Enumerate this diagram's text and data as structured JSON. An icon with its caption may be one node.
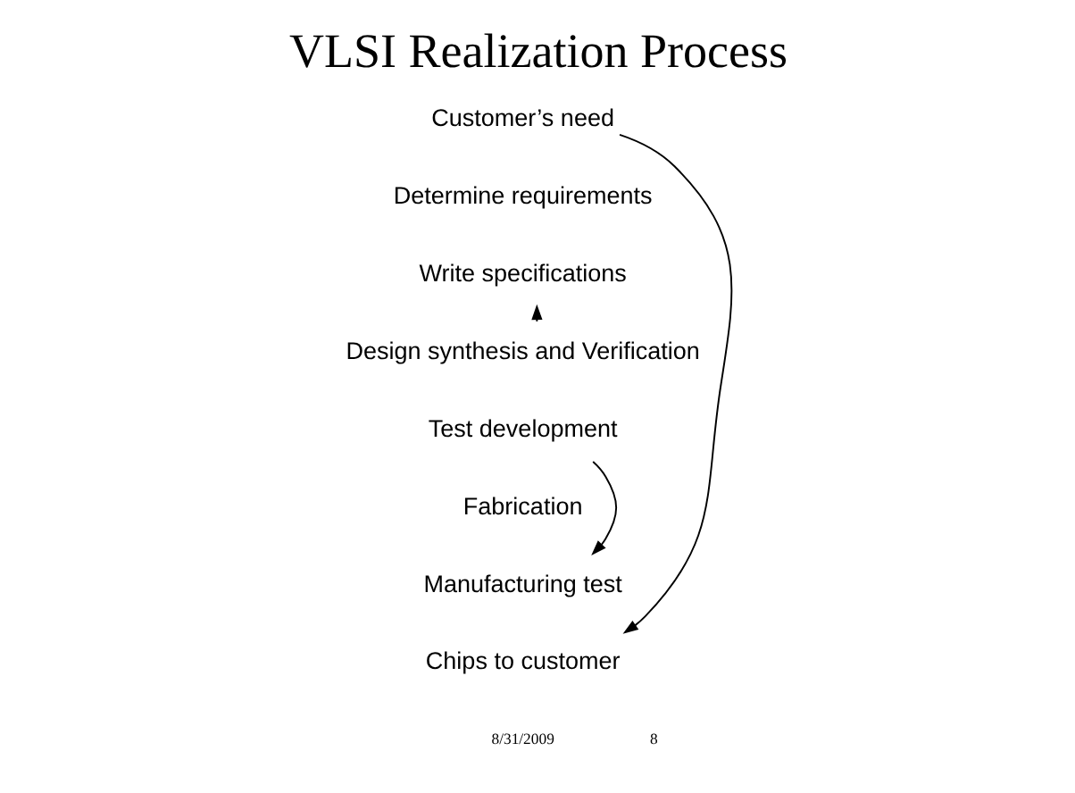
{
  "diagram": {
    "title": "VLSI Realization Process",
    "nodes": [
      {
        "text": [
          "Customer’s need"
        ]
      },
      {
        "text": [
          "Determine requirements"
        ]
      },
      {
        "text": [
          "Write specifications"
        ]
      },
      {
        "text": [
          "Design synthesis and Verification"
        ]
      },
      {
        "text": [
          "Test development"
        ]
      },
      {
        "text": [
          "Fabrication"
        ]
      },
      {
        "text": [
          "Manufacturing test"
        ]
      },
      {
        "text": [
          "Chips to customer"
        ]
      }
    ],
    "edges": [
      {
        "from": 0,
        "to": 7,
        "arrow": "to"
      },
      {
        "from": 3,
        "to": 2,
        "arrow": "to"
      },
      {
        "from": 4,
        "to": 6,
        "arrow": "to"
      }
    ],
    "labels": [
      "8/31/2009",
      "8"
    ]
  }
}
